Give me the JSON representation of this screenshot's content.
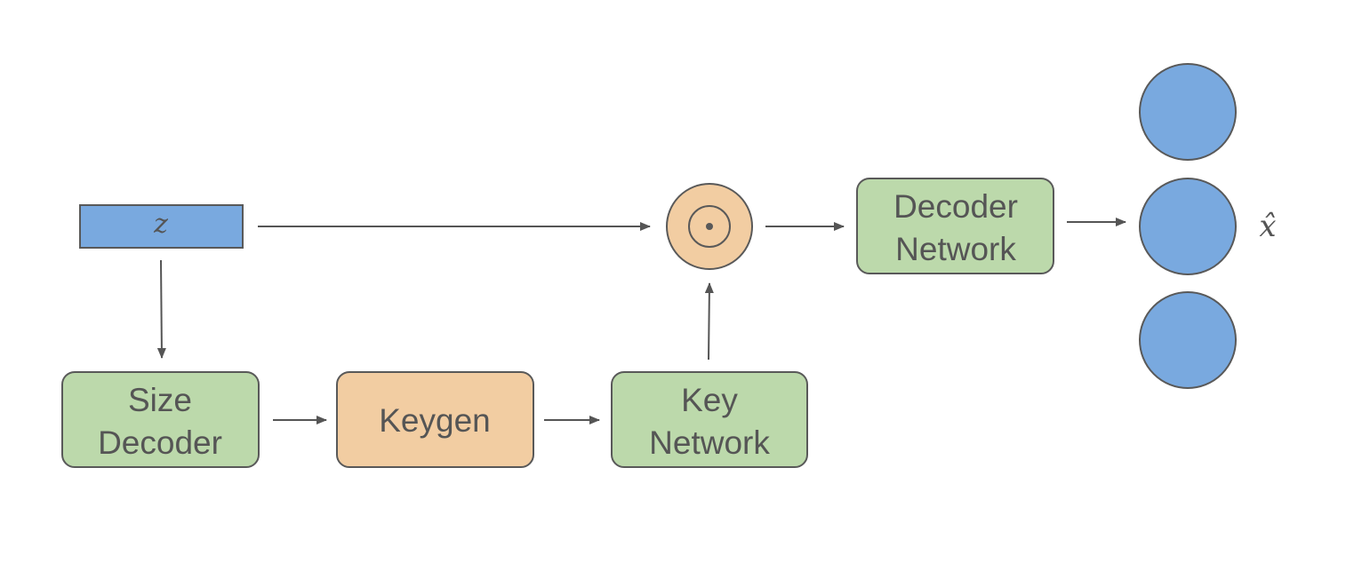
{
  "latent": {
    "label": "z",
    "color": "#79a9df"
  },
  "nodes": {
    "size_decoder": {
      "line1": "Size",
      "line2": "Decoder",
      "color": "#bcd9ab"
    },
    "keygen": {
      "label": "Keygen",
      "color": "#f2cda2"
    },
    "key_network": {
      "line1": "Key",
      "line2": "Network",
      "color": "#bcd9ab"
    },
    "product": {
      "symbol": "⊙",
      "color": "#f2cda2"
    },
    "decoder_network": {
      "line1": "Decoder",
      "line2": "Network",
      "color": "#bcd9ab"
    }
  },
  "output": {
    "label": "x̂",
    "color": "#79a9df",
    "circle_count": 3
  },
  "colors": {
    "stroke": "#595959",
    "arrow": "#555555",
    "text": "#555555"
  }
}
